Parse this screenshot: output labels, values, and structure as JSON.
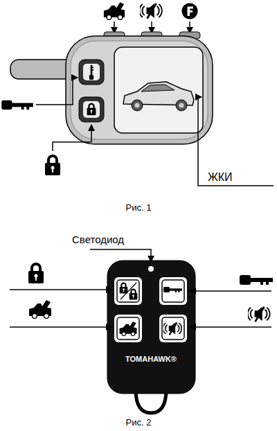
{
  "diagram": {
    "labels": [
      "ЖКИ",
      "Рис. 1",
      "Светодиод",
      "TOMAHAWK®",
      "Рис. 2"
    ]
  }
}
